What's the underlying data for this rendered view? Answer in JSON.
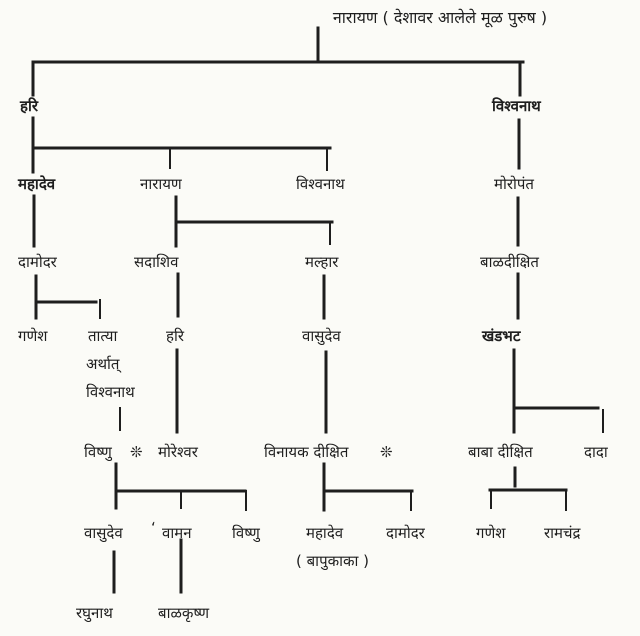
{
  "root": "नारायण ( देशावर आलेले मूळ पुरुष )",
  "nodes": {
    "hari_1": "हरि",
    "vishwanath_1": "विश्वनाथ",
    "mahadev_1": "महादेव",
    "narayan_2": "नारायण",
    "vishwanath_2": "विश्वनाथ",
    "moropant": "मोरोपंत",
    "damodar_1": "दामोदर",
    "sadashiv": "सदाशिव",
    "malhar": "मल्हार",
    "baldikshit": "बाळदीक्षित",
    "ganesh_1": "गणेश",
    "tatya_line1": "तात्या",
    "tatya_line2": "अर्थात्",
    "tatya_line3": "विश्वनाथ",
    "hari_2": "हरि",
    "vasudev_1": "वासुदेव",
    "khandbhat": "खंडभट",
    "vishnu_1": "विष्णु",
    "moreshwar": "मोरेश्वर",
    "vinayak_dikshit": "विनायक दीक्षित",
    "baba_dikshit": "बाबा दीक्षित",
    "dada": "दादा",
    "vasudev_2": "वासुदेव",
    "vaman": "वामन",
    "vishnu_2": "विष्णु",
    "mahadev_2": "महादेव",
    "damodar_2": "दामोदर",
    "ganesh_2": "गणेश",
    "ramchandra": "रामचंद्र",
    "bapukaka": "( बापुकाका )",
    "raghunath": "रघुनाथ",
    "balkrishna": "बाळकृष्ण"
  },
  "marks": {
    "asterisk": "❊",
    "tick": "ʻ"
  }
}
